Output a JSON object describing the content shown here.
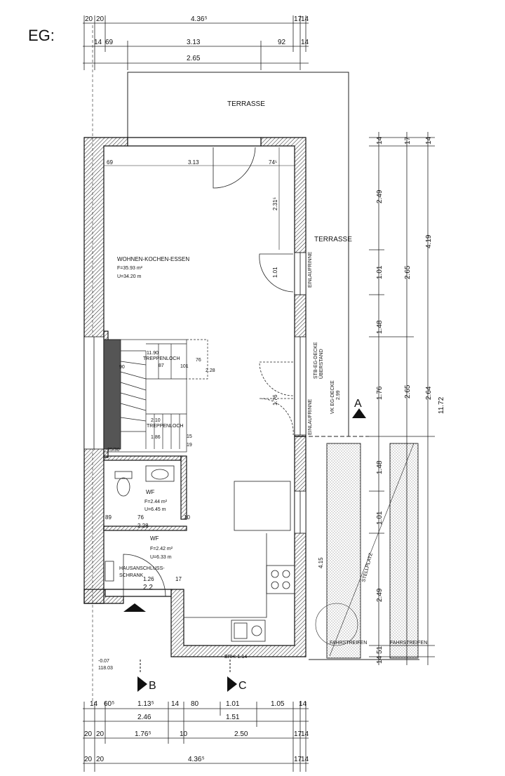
{
  "title": "EG:",
  "rooms": {
    "terrasse_top": "TERRASSE",
    "terrasse_side": "TERRASSE",
    "living_name": "WOHNEN-KOCHEN-ESSEN",
    "living_area": "F=35.93 m²",
    "living_perimeter": "U=34.20 m",
    "wc_name": "WF",
    "wc_area": "F=2.44 m²",
    "wc_perimeter": "U=6.45 m",
    "hall_name": "WF",
    "hall_area": "F=2.42 m²",
    "hall_perimeter": "U=6.33 m",
    "service_cabinet": "HAUSANSCHLUSS-",
    "service_cabinet_2": "SCHRANK",
    "stair_hole": "TREPPENLOCH",
    "stair_hole_2": "TREPPENLOCH",
    "parking": "STELLPLATZ",
    "lane_left": "FAHRSTREIFEN",
    "lane_right": "FAHRSTREIFEN",
    "brh": "BRH: 1.14",
    "room_code": "2.2",
    "level_a": "-0.07",
    "level_b": "118.03",
    "einlaufrinne_1": "EINLAUFRINNE",
    "einlaufrinne_2": "EINLAUFRINNE",
    "decke_1": "STB-EG-DECKE",
    "decke_2": "ÜBERSTAND",
    "decke_3": "VK EG-DECKE",
    "decke_4": "2.99"
  },
  "sections": {
    "a": "A",
    "b": "B",
    "c": "C"
  },
  "dims_top": {
    "row1": [
      "20",
      "20",
      "4.36⁵",
      "17",
      "14"
    ],
    "row2": [
      "14",
      "69",
      "3.13",
      "92",
      "14"
    ],
    "row3": [
      "2.65"
    ],
    "inner": [
      "69",
      "3.13",
      "74⁵"
    ]
  },
  "dims_bottom": {
    "row1": [
      "14",
      "60⁵",
      "1.13⁵",
      "14",
      "80",
      "1.01",
      "1.05",
      "14"
    ],
    "row2": [
      "2.46",
      "1.51"
    ],
    "row3": [
      "20",
      "20",
      "1.76⁵",
      "10",
      "2.50",
      "17",
      "14"
    ],
    "row4": [
      "20",
      "20",
      "4.36⁵",
      "17",
      "14"
    ]
  },
  "dims_right": {
    "col1": [
      "14",
      "2.49",
      "1.01",
      "1.48",
      "1.76",
      "1.48",
      "1.01",
      "2.49",
      "51",
      "14"
    ],
    "col2": [
      "17",
      "2.65",
      "2.65"
    ],
    "col3": [
      "14",
      "4.19",
      "2.64"
    ],
    "col4": [
      "11.72"
    ],
    "interior": [
      "2.31⁵",
      "1.01",
      "1.76",
      "4.15"
    ]
  },
  "stair": {
    "t1": "11.90",
    "t2": "87",
    "t3": "76",
    "t4": "2.28",
    "t5": "101",
    "t6": "90",
    "t7": "2.10",
    "t8": "1.86",
    "t9": "15",
    "t10": "19",
    "t11": "25/30"
  },
  "wc_dims": [
    "89",
    "76",
    "2.28",
    "10",
    "1.26",
    "17"
  ]
}
